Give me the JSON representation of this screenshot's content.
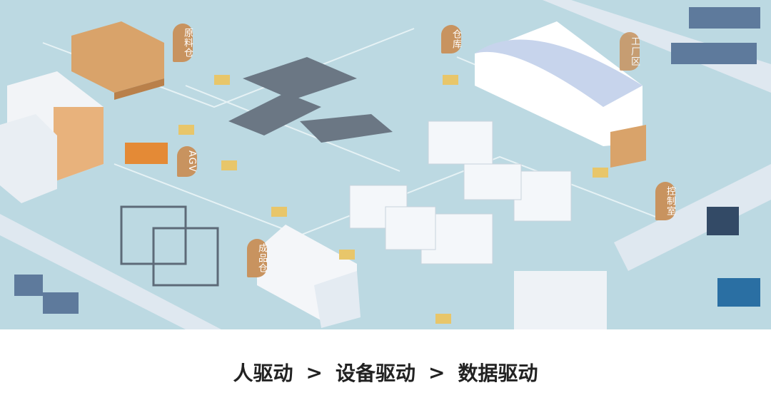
{
  "labels": {
    "raw_warehouse": "原料仓",
    "warehouse": "仓库",
    "factory_area": "工厂区",
    "agv": "AGV",
    "control_room": "控制室",
    "finished_warehouse": "成品仓"
  },
  "caption": {
    "step1": "人驱动",
    "step2": "设备驱动",
    "step3": "数据驱动",
    "separator": ">"
  },
  "colors": {
    "floor": "#bcd9e2",
    "tag": "#c8935f",
    "caption_text": "#222222"
  }
}
